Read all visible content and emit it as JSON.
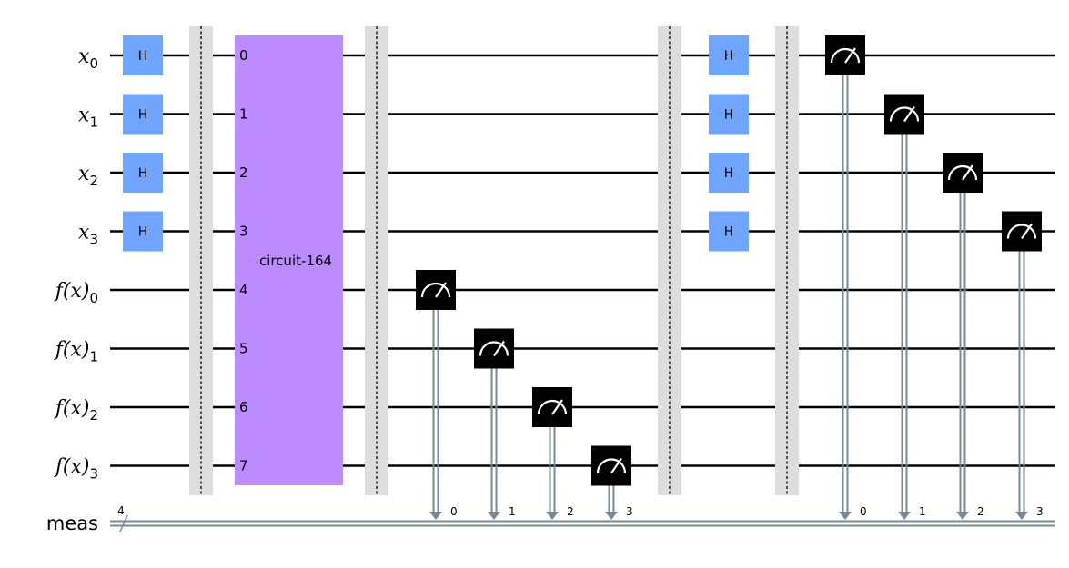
{
  "diagram": {
    "type": "quantum-circuit",
    "colors": {
      "h_gate": "#6fa4ff",
      "subcircuit": "#bb8bff",
      "measure": "#000000",
      "classical_wire": "#778899",
      "barrier": "#dddddd"
    },
    "qubits": [
      {
        "base": "x",
        "sub": "0"
      },
      {
        "base": "x",
        "sub": "1"
      },
      {
        "base": "x",
        "sub": "2"
      },
      {
        "base": "x",
        "sub": "3"
      },
      {
        "base": "f(x)",
        "sub": "0"
      },
      {
        "base": "f(x)",
        "sub": "1"
      },
      {
        "base": "f(x)",
        "sub": "2"
      },
      {
        "base": "f(x)",
        "sub": "3"
      }
    ],
    "classical_register": {
      "name": "meas",
      "width": "4"
    },
    "h_label": "H",
    "subcircuit": {
      "label": "circuit-164",
      "qubit_labels": [
        "0",
        "1",
        "2",
        "3",
        "4",
        "5",
        "6",
        "7"
      ]
    },
    "first_measurements": [
      {
        "qubit": 4,
        "bit": "0"
      },
      {
        "qubit": 5,
        "bit": "1"
      },
      {
        "qubit": 6,
        "bit": "2"
      },
      {
        "qubit": 7,
        "bit": "3"
      }
    ],
    "second_measurements": [
      {
        "qubit": 0,
        "bit": "0"
      },
      {
        "qubit": 1,
        "bit": "1"
      },
      {
        "qubit": 2,
        "bit": "2"
      },
      {
        "qubit": 3,
        "bit": "3"
      }
    ]
  }
}
